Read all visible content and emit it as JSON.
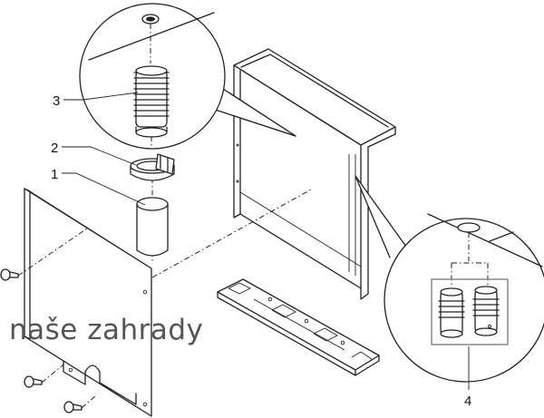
{
  "callouts": {
    "c1": "1",
    "c2": "2",
    "c3": "3",
    "c4": "4"
  },
  "watermark": "naše zahrady",
  "colors": {
    "line": "#222222",
    "watermark": "#555555",
    "background": "#ffffff"
  }
}
